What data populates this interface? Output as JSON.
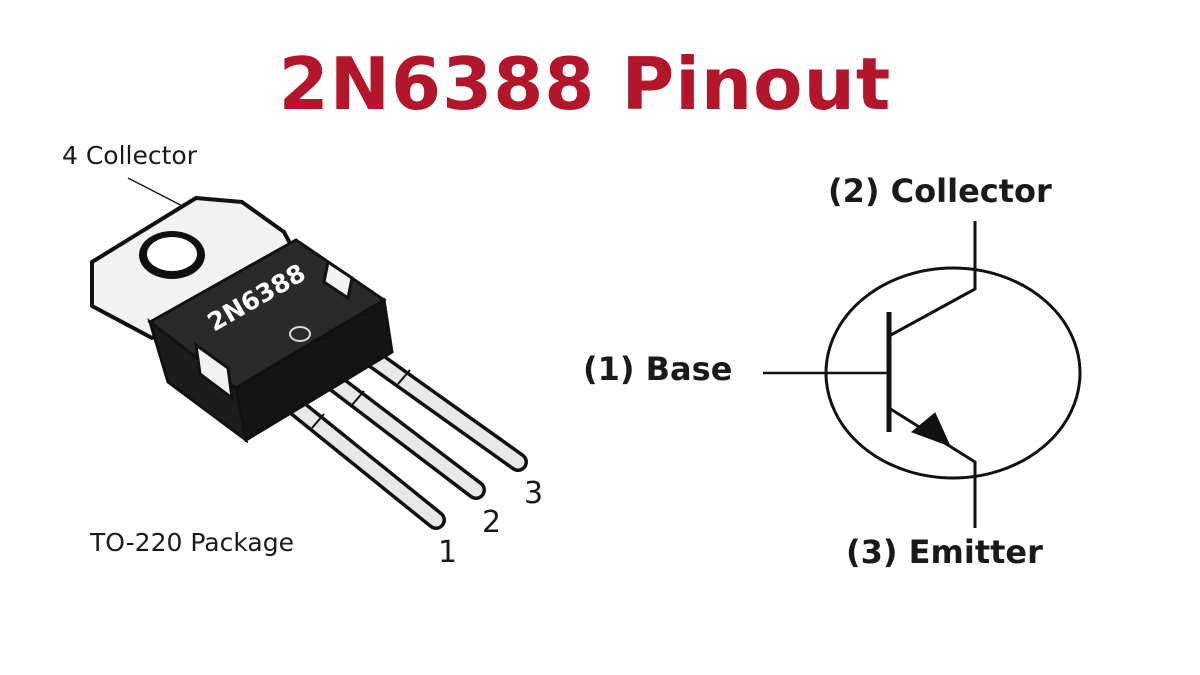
{
  "title": "2N6388 Pinout",
  "package": {
    "tab_label": "4 Collector",
    "body_marking": "2N6388",
    "package_label": "TO-220 Package",
    "pin_numbers": [
      "1",
      "2",
      "3"
    ]
  },
  "symbol": {
    "collector_label": "(2) Collector",
    "base_label": "(1) Base",
    "emitter_label": "(3) Emitter"
  },
  "colors": {
    "title": "#b3162b",
    "ink": "#1a1a1a",
    "package_body": "#222222",
    "tab": "#f2f2f2",
    "leads": "#e8e8e8"
  }
}
